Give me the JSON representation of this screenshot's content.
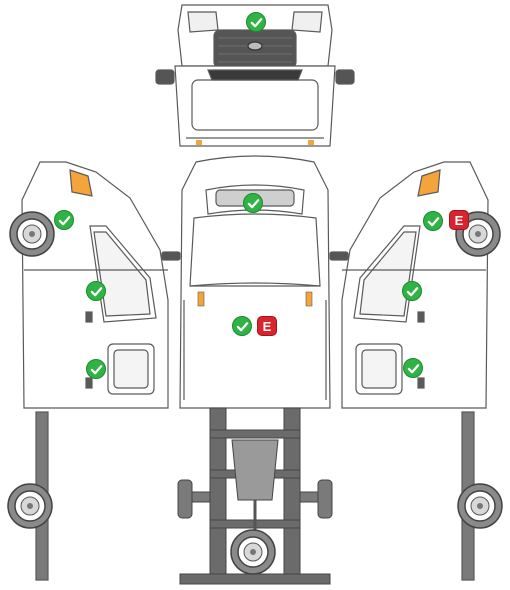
{
  "colors": {
    "ok_mark": "#2fb344",
    "error_mark": "#d9232d",
    "outline": "#5a5a5a",
    "chassis": "#6b6b6b",
    "wheel": "#7a7a7a",
    "indicator": "#f3a43b"
  },
  "markers": {
    "ok_icon": "check-icon",
    "error_label": "E"
  },
  "zones": [
    {
      "name": "front-bumper",
      "status": "ok"
    },
    {
      "name": "roof",
      "status": "ok"
    },
    {
      "name": "rear-doors",
      "status": "ok"
    },
    {
      "name": "rear-doors",
      "status": "error"
    },
    {
      "name": "left-front-wheel-arch",
      "status": "ok"
    },
    {
      "name": "left-front-door",
      "status": "ok"
    },
    {
      "name": "left-sliding-door",
      "status": "ok"
    },
    {
      "name": "right-front-wheel-arch",
      "status": "ok"
    },
    {
      "name": "right-front-wheel-arch",
      "status": "error"
    },
    {
      "name": "right-front-door",
      "status": "ok"
    },
    {
      "name": "right-sliding-door",
      "status": "ok"
    }
  ]
}
